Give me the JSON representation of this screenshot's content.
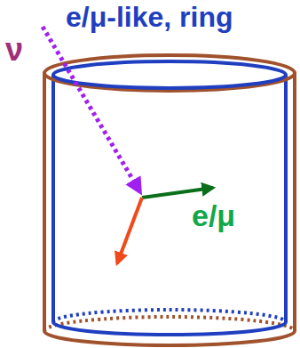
{
  "diagram": {
    "title": "e/μ-like, ring",
    "labels": [
      "ν",
      "e/μ"
    ]
  }
}
